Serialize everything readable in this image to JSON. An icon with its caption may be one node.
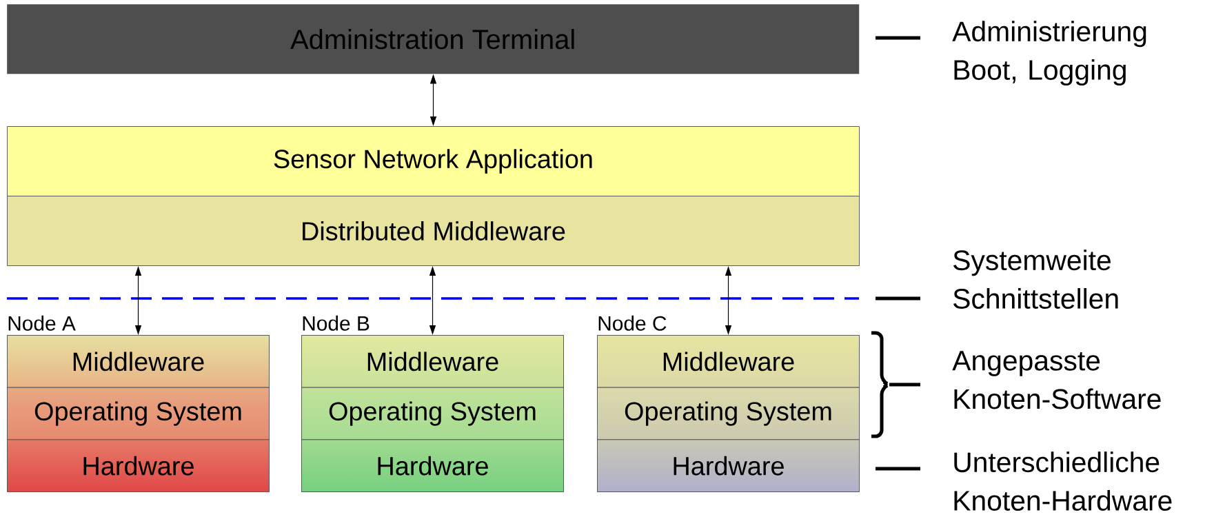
{
  "diagram": {
    "nodes": [
      {
        "text": [
          "Administration Terminal"
        ]
      },
      {
        "text": [
          "Sensor Network Application"
        ]
      },
      {
        "text": [
          "Distributed Middleware"
        ]
      },
      {
        "text": [
          "Node A"
        ]
      },
      {
        "text": [
          "Middleware"
        ],
        "in": 3
      },
      {
        "text": [
          "Operating System"
        ],
        "in": 3
      },
      {
        "text": [
          "Hardware"
        ],
        "in": 3
      },
      {
        "text": [
          "Node B"
        ]
      },
      {
        "text": [
          "Middleware"
        ],
        "in": 7
      },
      {
        "text": [
          "Operating System"
        ],
        "in": 7
      },
      {
        "text": [
          "Hardware"
        ],
        "in": 7
      },
      {
        "text": [
          "Node C"
        ]
      },
      {
        "text": [
          "Middleware"
        ],
        "in": 11
      },
      {
        "text": [
          "Operating System"
        ],
        "in": 11
      },
      {
        "text": [
          "Hardware"
        ],
        "in": 11
      }
    ],
    "edges": [
      {
        "from": 0,
        "to": 1,
        "arrow": "both"
      },
      {
        "from": 2,
        "to": 4,
        "arrow": "both"
      },
      {
        "from": 2,
        "to": 8,
        "arrow": "both"
      },
      {
        "from": 2,
        "to": 12,
        "arrow": "both"
      }
    ],
    "labels": [
      "Administrierung Boot, Logging",
      "Systemweite Schnittstellen",
      "Angepasste Knoten-Software",
      "Unterschiedliche Knoten-Hardware"
    ]
  }
}
